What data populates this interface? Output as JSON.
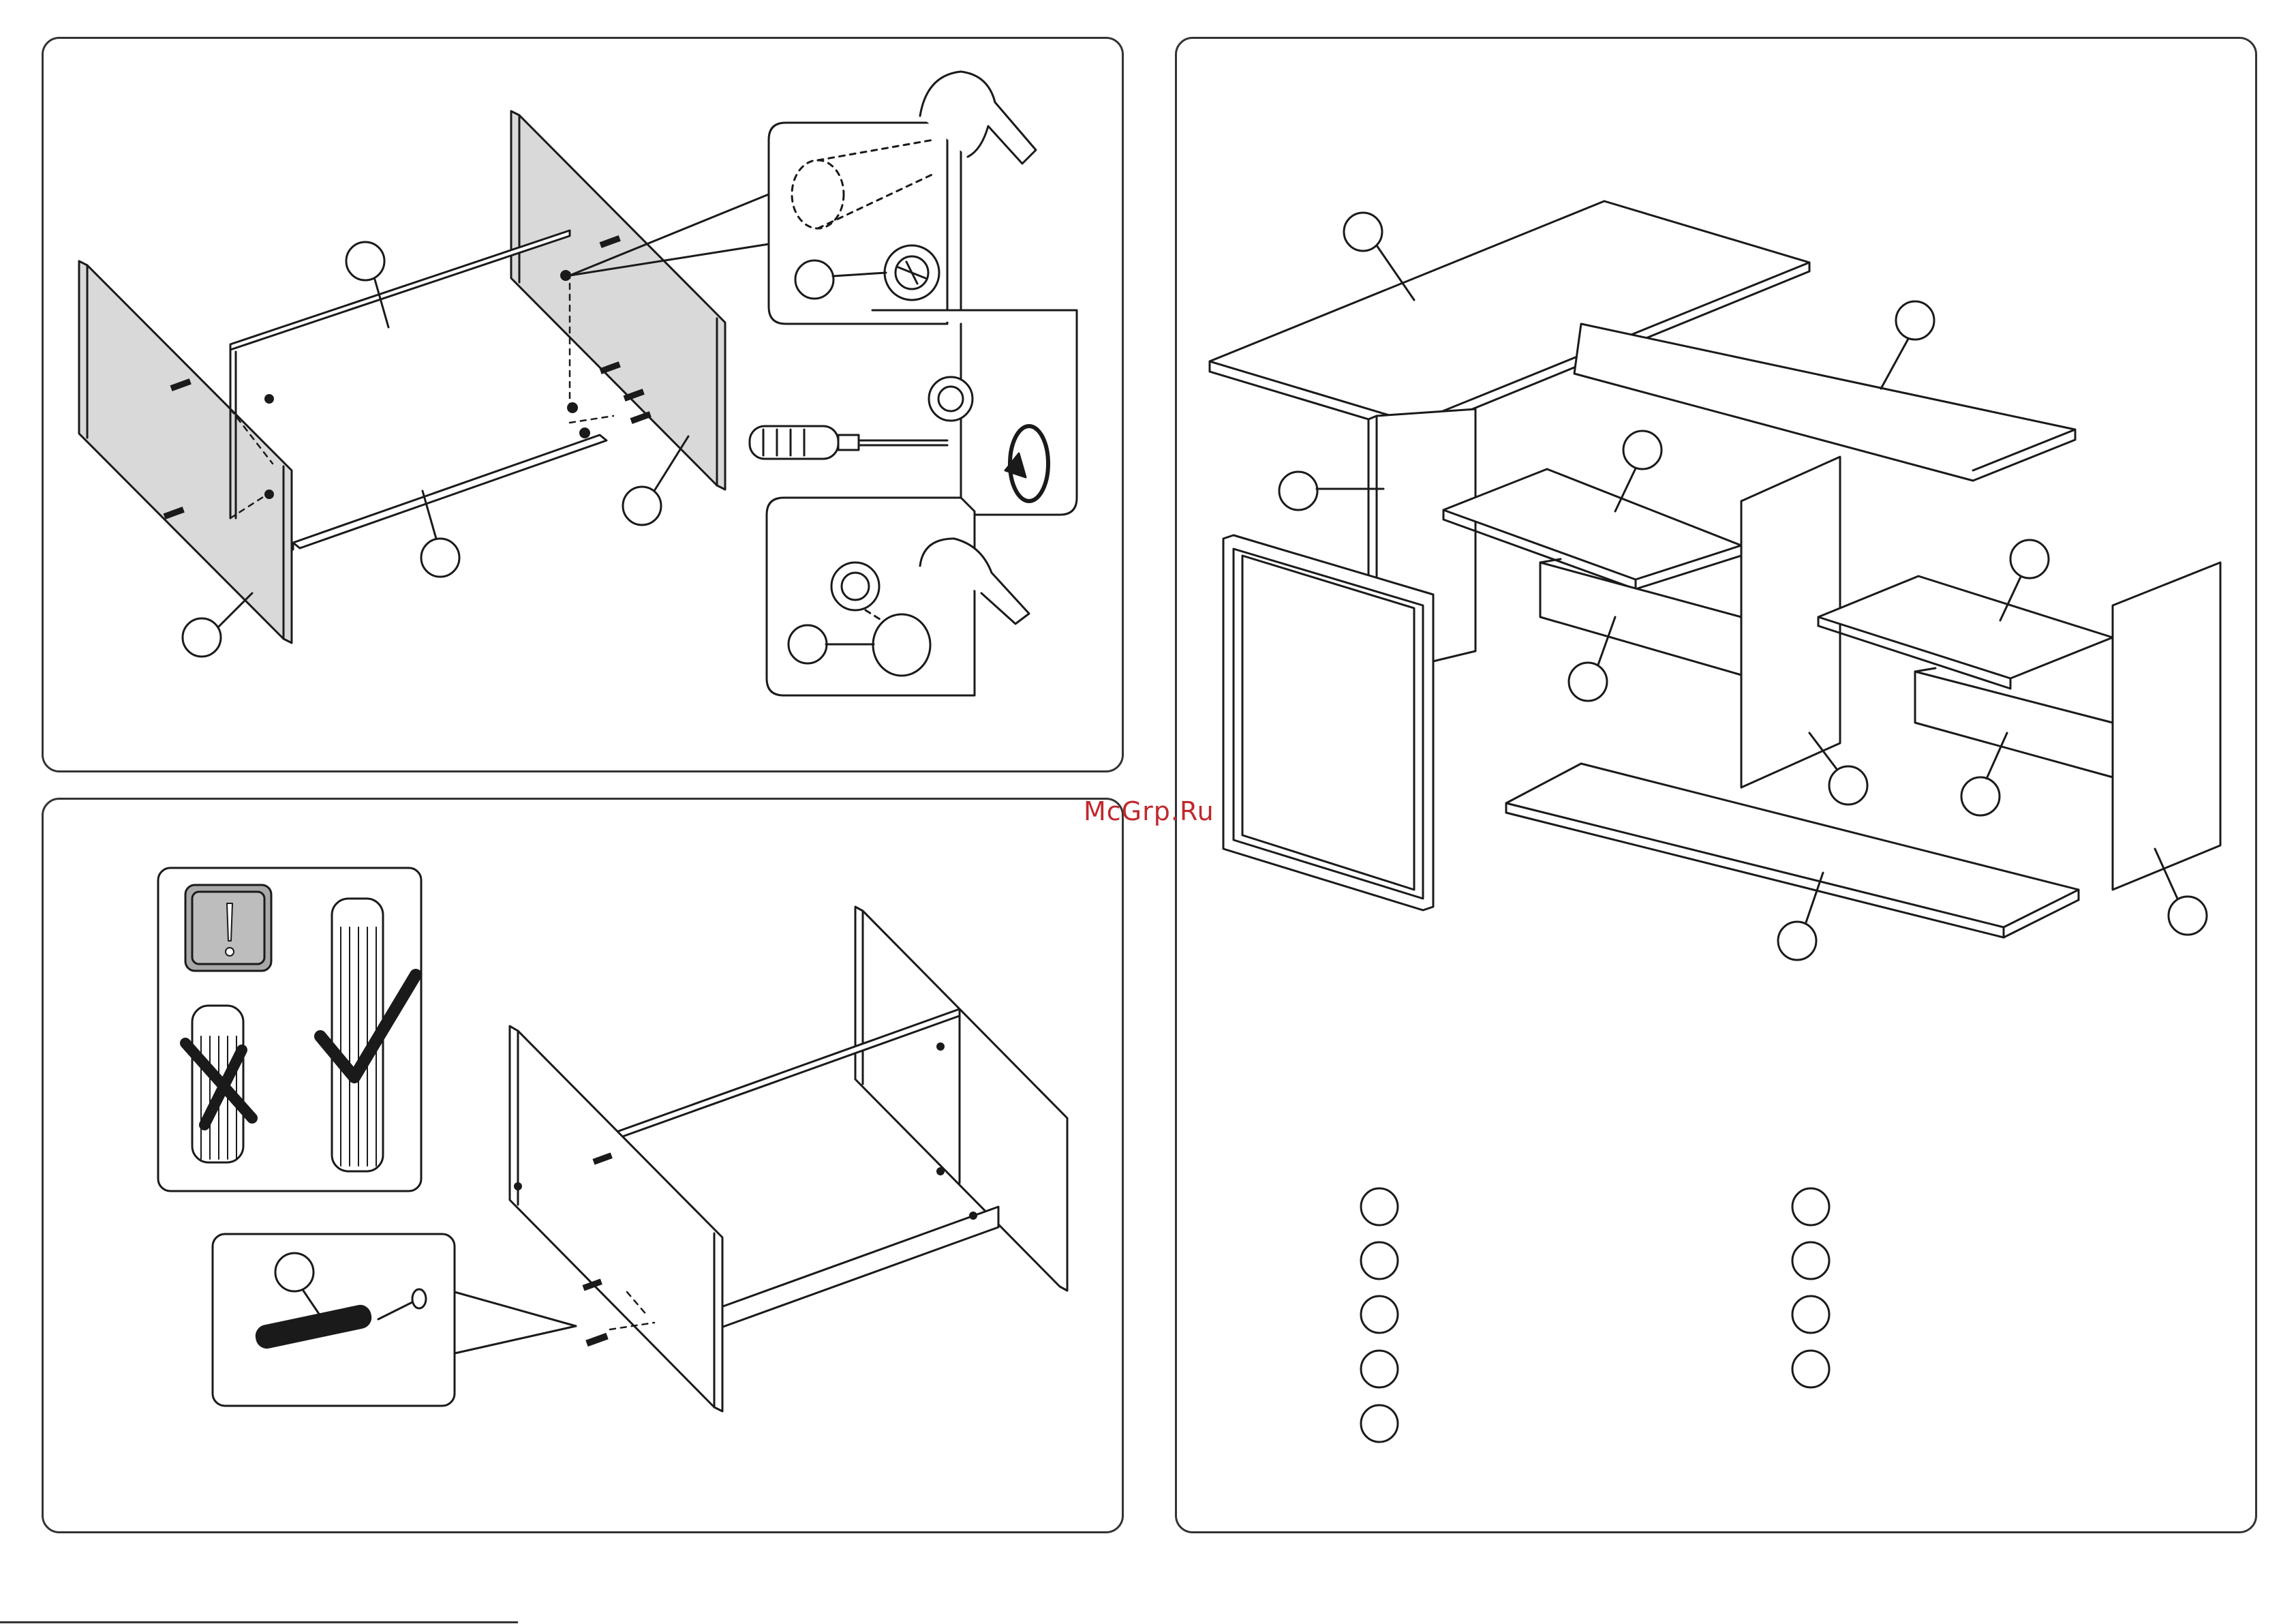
{
  "watermark": {
    "text": "McGrp.Ru",
    "color": "#c0282d"
  },
  "colors": {
    "line": "#1a1a1a",
    "panel_gray": "#d9d9d9",
    "frame": "#333333"
  },
  "icons": {
    "warning": "exclamation-icon",
    "wrong": "cross-icon",
    "correct": "checkmark-icon",
    "tool": "screwdriver-icon",
    "rotate": "rotate-arrow-icon",
    "hand": "hand-icon"
  },
  "legend": {
    "left_column_count": 5,
    "right_column_count": 4
  }
}
